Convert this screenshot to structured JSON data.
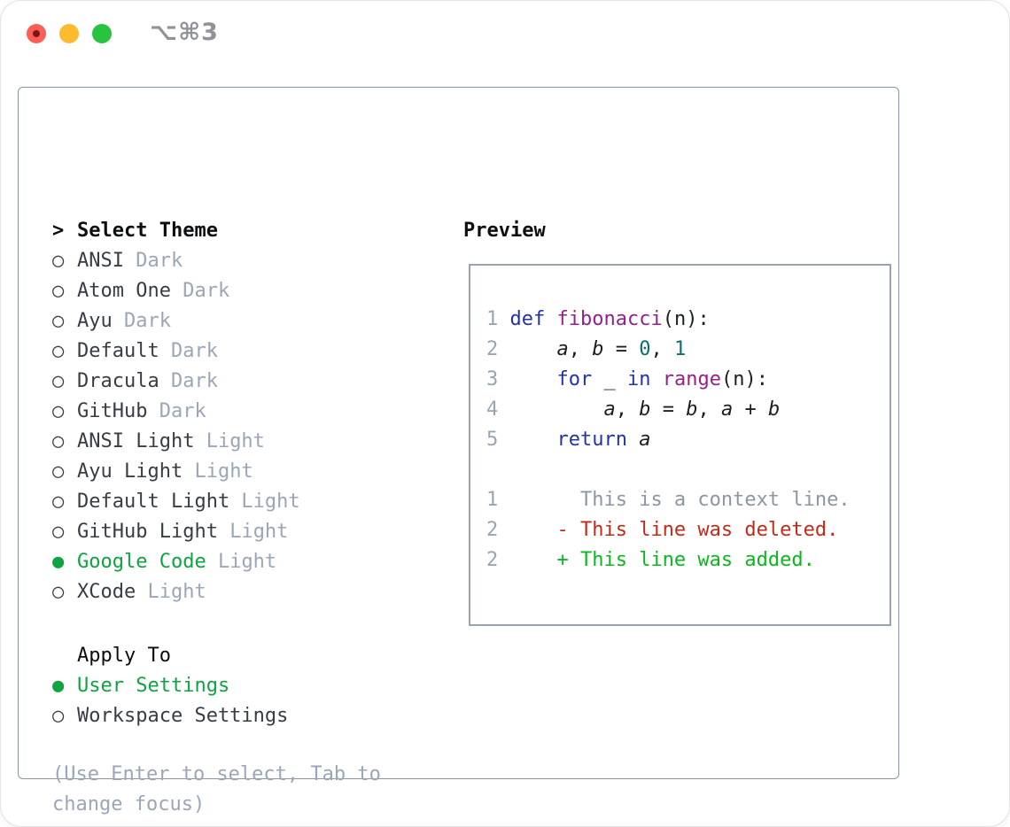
{
  "window": {
    "title": "⌥⌘3",
    "traffic_lights": {
      "close": "red",
      "minimize": "yellow",
      "zoom": "green"
    }
  },
  "icons": {
    "radio_unselected": "○",
    "radio_selected": "●"
  },
  "theme_select": {
    "prompt": ">",
    "header": "Select Theme",
    "items": [
      {
        "label": "ANSI",
        "tag": "Dark",
        "selected": false
      },
      {
        "label": "Atom One",
        "tag": "Dark",
        "selected": false
      },
      {
        "label": "Ayu",
        "tag": "Dark",
        "selected": false
      },
      {
        "label": "Default",
        "tag": "Dark",
        "selected": false
      },
      {
        "label": "Dracula",
        "tag": "Dark",
        "selected": false
      },
      {
        "label": "GitHub",
        "tag": "Dark",
        "selected": false
      },
      {
        "label": "ANSI Light",
        "tag": "Light",
        "selected": false
      },
      {
        "label": "Ayu Light",
        "tag": "Light",
        "selected": false
      },
      {
        "label": "Default Light",
        "tag": "Light",
        "selected": false
      },
      {
        "label": "GitHub Light",
        "tag": "Light",
        "selected": false
      },
      {
        "label": "Google Code",
        "tag": "Light",
        "selected": true
      },
      {
        "label": "XCode",
        "tag": "Light",
        "selected": false
      }
    ]
  },
  "apply_to": {
    "header": "Apply To",
    "options": [
      {
        "label": "User Settings",
        "selected": true
      },
      {
        "label": "Workspace Settings",
        "selected": false
      }
    ]
  },
  "hint_lines": [
    "(Use Enter to select, Tab to",
    "change focus)"
  ],
  "preview": {
    "header": "Preview",
    "code_lines": [
      {
        "num": "1",
        "tokens": [
          [
            "def",
            "kw"
          ],
          [
            " ",
            "pln"
          ],
          [
            "fibonacci",
            "typ"
          ],
          [
            "(n):",
            "pln"
          ]
        ]
      },
      {
        "num": "2",
        "tokens": [
          [
            "    ",
            "pln"
          ],
          [
            "a",
            "var"
          ],
          [
            ", ",
            "pln"
          ],
          [
            "b",
            "var"
          ],
          [
            " = ",
            "pln"
          ],
          [
            "0",
            "lit"
          ],
          [
            ", ",
            "pln"
          ],
          [
            "1",
            "lit"
          ]
        ]
      },
      {
        "num": "3",
        "tokens": [
          [
            "    ",
            "pln"
          ],
          [
            "for",
            "kw"
          ],
          [
            " _ ",
            "pln"
          ],
          [
            "in",
            "kw"
          ],
          [
            " ",
            "pln"
          ],
          [
            "range",
            "typ"
          ],
          [
            "(n):",
            "pln"
          ]
        ]
      },
      {
        "num": "4",
        "tokens": [
          [
            "        ",
            "pln"
          ],
          [
            "a",
            "var"
          ],
          [
            ", ",
            "pln"
          ],
          [
            "b",
            "var"
          ],
          [
            " = ",
            "pln"
          ],
          [
            "b",
            "var"
          ],
          [
            ", ",
            "pln"
          ],
          [
            "a",
            "var"
          ],
          [
            " + ",
            "pln"
          ],
          [
            "b",
            "var"
          ]
        ]
      },
      {
        "num": "5",
        "tokens": [
          [
            "    ",
            "pln"
          ],
          [
            "return",
            "kw"
          ],
          [
            " ",
            "pln"
          ],
          [
            "a",
            "var"
          ]
        ]
      }
    ],
    "diff_lines": [
      {
        "num": "1",
        "tokens": [
          [
            "      This is a context line.",
            "ctx"
          ]
        ]
      },
      {
        "num": "2",
        "tokens": [
          [
            "    - This line was deleted.",
            "del"
          ]
        ]
      },
      {
        "num": "2",
        "tokens": [
          [
            "    + This line was added.",
            "add"
          ]
        ]
      }
    ]
  },
  "colors": {
    "accent_green": "#0EA441",
    "added_green": "#09B81D",
    "deleted_red": "#C52A16",
    "keyword_blue": "#2233AC",
    "type_magenta": "#94208E",
    "literal_teal": "#0D6D6D",
    "code_plain": "#1B1F24",
    "line_number_gray": "#9AA5B3",
    "context_gray": "#8D97A2",
    "text_dark": "#383D45",
    "heading_black": "#0C0E10",
    "tag_gray": "#9BA6B6",
    "hint_gray": "#9BA6B6",
    "panel_border": "#8B94A2",
    "preview_border": "#9AA2AE",
    "title_gray": "#8F9296",
    "traffic_red": "#FC5F57",
    "traffic_yellow": "#FEBB2E",
    "traffic_green": "#28C33F"
  }
}
